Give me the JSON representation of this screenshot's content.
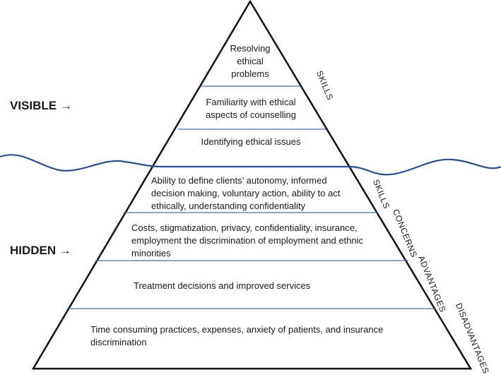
{
  "visible_label": "VISIBLE →",
  "hidden_label": "HIDDEN →",
  "tiers": [
    "Resolving ethical problems",
    "Familiarity with ethical aspects of counselling",
    "Identifying ethical issues",
    "Ability to define clients’ autonomy, informed decision making, voluntary action, ability to act ethically, understanding confidentiality",
    "Costs, stigmatization, privacy, confidentiality, insurance, employment the discrimination of  employment and ethnic minorities",
    "Treatment decisions and improved services",
    "Time consuming practices, expenses, anxiety of patients, and insurance discrimination"
  ],
  "side_labels": [
    "SKILLS",
    "SKILLS",
    "CONCERNS",
    "ADVANTAGES",
    "DISADVANTAGES"
  ],
  "colors": {
    "divider": "#4a6fa8",
    "wave": "#2e4d8a",
    "outline": "#111111"
  }
}
